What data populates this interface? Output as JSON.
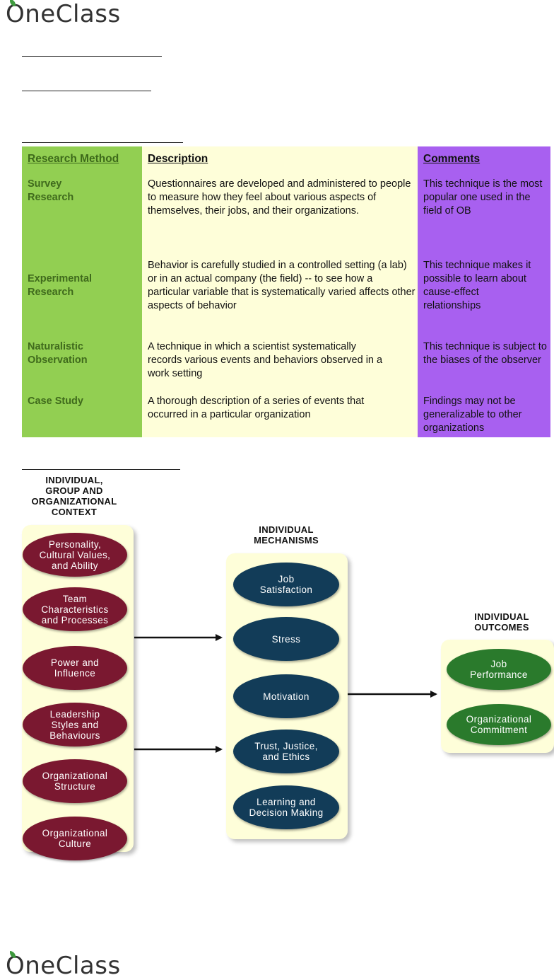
{
  "brand": {
    "logo_text": "OneClass"
  },
  "research_table": {
    "headers": {
      "method": "Research Method",
      "description": "Description",
      "comments": "Comments"
    },
    "rows": [
      {
        "method": "Survey\nResearch",
        "description": "Questionnaires are developed and administered to people to measure how they feel about various aspects of themselves, their jobs, and their organizations.",
        "comments": "This technique is the most popular one used in the field of OB"
      },
      {
        "method": "Experimental\nResearch",
        "description": "Behavior is carefully studied in a controlled setting (a lab) or in an actual company (the field) -- to see how a particular variable that is systematically varied affects other aspects of behavior",
        "comments": "This technique makes it possible to learn about cause-effect relationships"
      },
      {
        "method": "Naturalistic\nObservation",
        "description": "A  technique in which a scientist systematically records various events and behaviors observed in a work setting",
        "comments": "This technique is subject to the biases of the observer"
      },
      {
        "method": "Case Study",
        "description": "A thorough description of a series of events that occurred in a particular organization",
        "comments": "Findings may not be generalizable to other organizations"
      }
    ]
  },
  "diagram": {
    "context_title": "INDIVIDUAL,\nGROUP AND\nORGANIZATIONAL\nCONTEXT",
    "context_items": [
      "Personality,\nCultural Values,\nand Ability",
      "Team\nCharacteristics\nand Processes",
      "Power and\nInfluence",
      "Leadership\nStyles and\nBehaviours",
      "Organizational\nStructure",
      "Organizational\nCulture"
    ],
    "mechanisms_title": "INDIVIDUAL\nMECHANISMS",
    "mechanisms_items": [
      "Job\nSatisfaction",
      "Stress",
      "Motivation",
      "Trust, Justice,\nand Ethics",
      "Learning and\nDecision Making"
    ],
    "outcomes_title": "INDIVIDUAL\nOUTCOMES",
    "outcomes_items": [
      "Job\nPerformance",
      "Organizational\nCommitment"
    ]
  },
  "colors": {
    "method_col": "#92cf52",
    "description_col": "#fefed9",
    "comments_col": "#a860f0",
    "context_oval": "#7a1830",
    "mechanism_oval": "#123c58",
    "outcome_oval": "#2a7a2c"
  }
}
